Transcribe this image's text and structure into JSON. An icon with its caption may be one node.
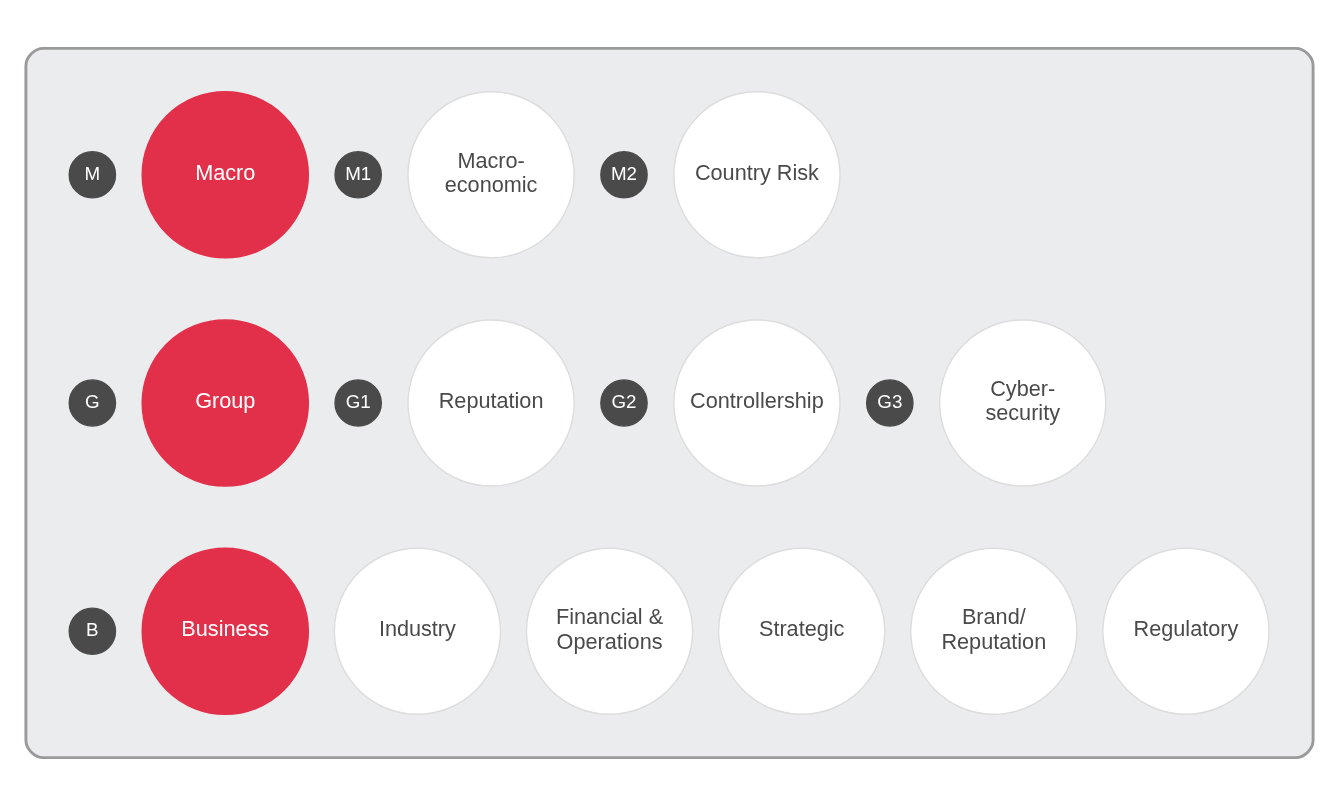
{
  "diagram": {
    "nodes": [
      {
        "text": [],
        "shape": "box"
      },
      {
        "text": [
          "M"
        ],
        "in": 0
      },
      {
        "text": [
          "Macro"
        ],
        "in": 0
      },
      {
        "text": [
          "M1"
        ],
        "in": 0
      },
      {
        "text": [
          "Macro- economic"
        ],
        "in": 0
      },
      {
        "text": [
          "M2"
        ],
        "in": 0
      },
      {
        "text": [
          "Country Risk"
        ],
        "in": 0
      },
      {
        "text": [
          "G"
        ],
        "in": 0
      },
      {
        "text": [
          "Group"
        ],
        "in": 0
      },
      {
        "text": [
          "G1"
        ],
        "in": 0
      },
      {
        "text": [
          "Reputation"
        ],
        "in": 0
      },
      {
        "text": [
          "G2"
        ],
        "in": 0
      },
      {
        "text": [
          "Controllership"
        ],
        "in": 0
      },
      {
        "text": [
          "G3"
        ],
        "in": 0
      },
      {
        "text": [
          "Cyber- security"
        ],
        "in": 0
      },
      {
        "text": [
          "B"
        ],
        "in": 0
      },
      {
        "text": [
          "Business"
        ],
        "in": 0
      },
      {
        "text": [
          "Industry"
        ],
        "in": 0
      },
      {
        "text": [
          "Financial & Operations"
        ],
        "in": 0
      },
      {
        "text": [
          "Strategic"
        ],
        "in": 0
      },
      {
        "text": [
          "Brand/ Reputation"
        ],
        "in": 0
      },
      {
        "text": [
          "Regulatory"
        ],
        "in": 0
      }
    ],
    "edges": []
  }
}
